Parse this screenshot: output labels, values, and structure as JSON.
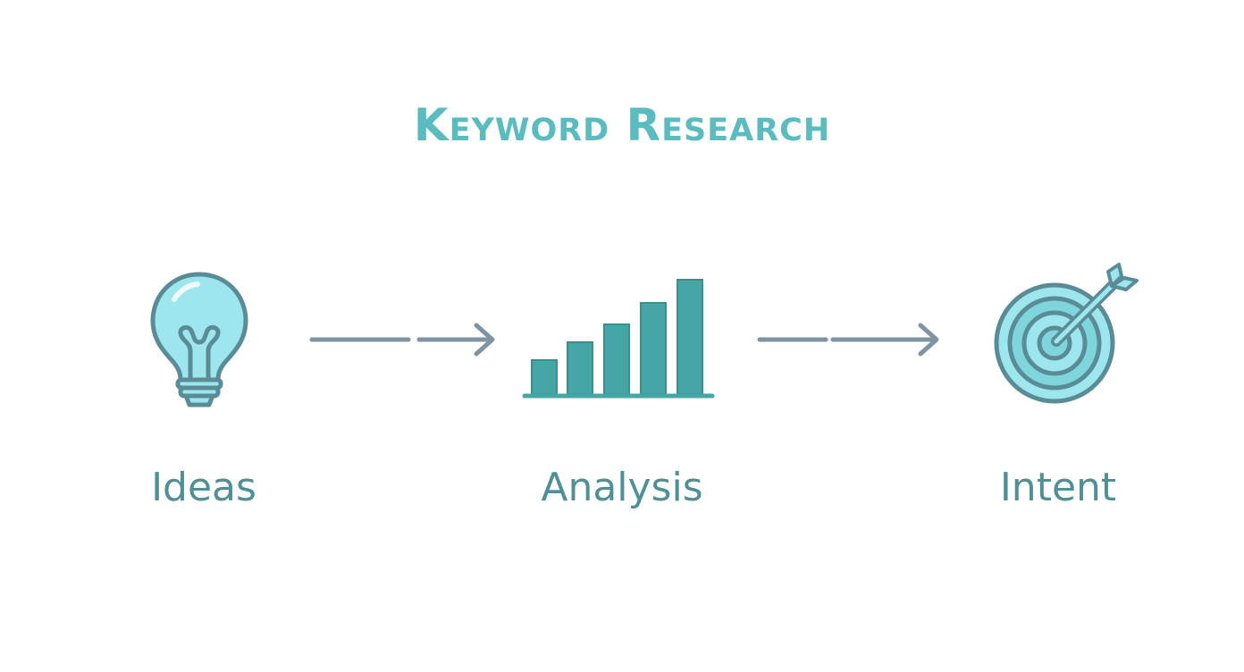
{
  "title": "Keyword Research",
  "steps": [
    {
      "label": "Ideas",
      "icon": "lightbulb-icon"
    },
    {
      "label": "Analysis",
      "icon": "bar-chart-icon"
    },
    {
      "label": "Intent",
      "icon": "target-icon"
    }
  ],
  "colors": {
    "title": "#5bbcc0",
    "label": "#4f8f96",
    "icon_fill": "#9ee6ee",
    "icon_stroke": "#5a8c97",
    "bar_fill": "#46a5a5",
    "arrow": "#7f93a3"
  }
}
